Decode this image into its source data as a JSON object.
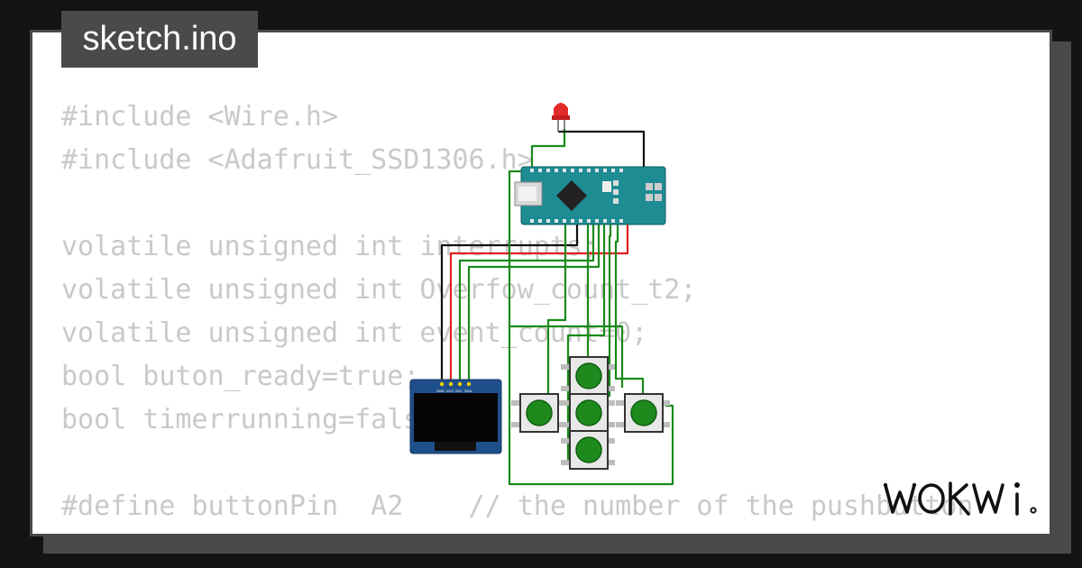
{
  "header": {
    "file_name": "sketch.ino"
  },
  "code_lines": [
    "#include <Wire.h>",
    "#include <Adafruit_SSD1306.h>",
    "",
    "volatile unsigned int interrupts;",
    "volatile unsigned int Overfow_count_t2;",
    "volatile unsigned int event_count=0;",
    "bool buton_ready=true;",
    "bool timerrunning=false;",
    "",
    "#define buttonPin  A2    // the number of the pushbutton"
  ],
  "oled": {
    "pins": [
      "GND",
      "VCC",
      "SCL",
      "SDA"
    ]
  },
  "brand": {
    "logo_text": "WOKWi"
  },
  "colors": {
    "background": "#141414",
    "card": "#ffffff",
    "frame": "#4a4a4a",
    "code_text": "#c9c9c9",
    "arduino_board": "#1e8c93",
    "wire_green": "#1a8a1a",
    "wire_red": "#e02020",
    "wire_black": "#111111",
    "led_red": "#e22b2b",
    "button_green": "#1e8a1e"
  }
}
